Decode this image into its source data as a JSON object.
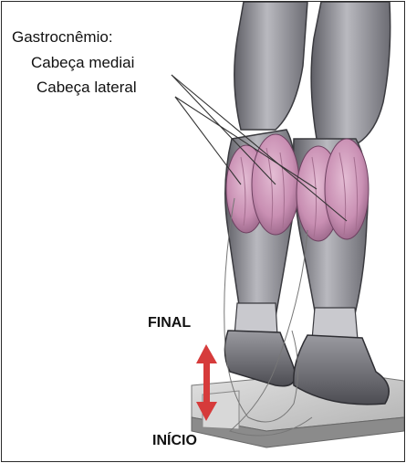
{
  "labels": {
    "group_title": "Gastrocnêmio:",
    "medial_head": "Cabeça mediai",
    "lateral_head": "Cabeça lateral",
    "final": "FINAL",
    "inicio": "INÍCIO"
  },
  "colors": {
    "muscle_fill": "#c98fb3",
    "skin_gray": "#8e8e95",
    "arrow_red": "#d63b3b",
    "platform": "#bcbcbc"
  }
}
